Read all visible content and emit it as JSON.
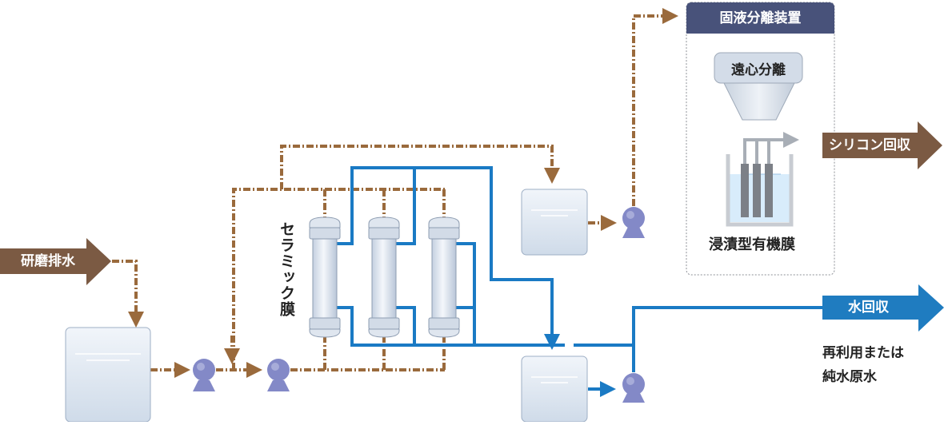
{
  "labels": {
    "grinding_wastewater": "研磨排水",
    "ceramic_membrane": "セラミック膜",
    "solid_liquid_separator": "固液分離装置",
    "centrifugal_separation": "遠心分離",
    "submerged_membrane": "浸漬型有機膜",
    "silicon_recovery": "シリコン回収",
    "water_recovery": "水回収",
    "reuse_line1": "再利用または",
    "reuse_line2": "純水原水"
  },
  "colors": {
    "brown_line": "#9a6a3c",
    "brown_arrow": "#7b5a43",
    "blue_line": "#1a7ac4",
    "blue_arrow": "#1f7cc0",
    "pump": "#8389c7",
    "panel_header": "#48527a",
    "tank_fill": "#dde6f1"
  },
  "icons": [
    "pump-icon",
    "tank-icon",
    "membrane-module-icon",
    "centrifuge-icon",
    "submerged-membrane-icon"
  ]
}
